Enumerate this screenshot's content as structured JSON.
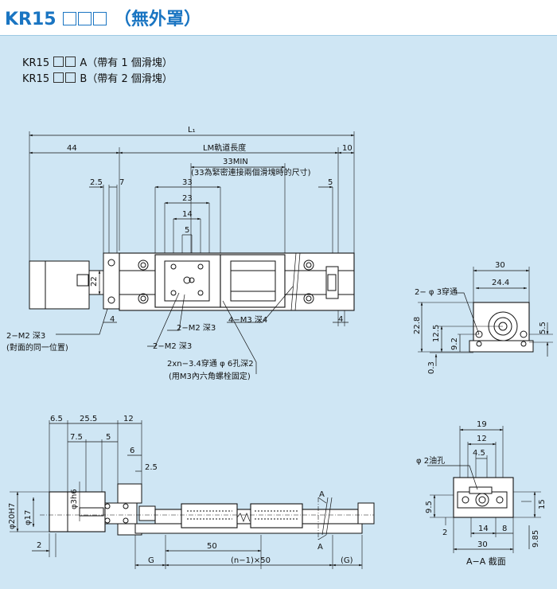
{
  "header": {
    "title_prefix": "KR15",
    "title_suffix": "（無外罩）",
    "title_color": "#1a75c2"
  },
  "variants": [
    {
      "prefix": "KR15",
      "suffix": "A（帶有 1 個滑塊）"
    },
    {
      "prefix": "KR15",
      "suffix": "B（帶有 2 個滑塊）"
    }
  ],
  "top_view": {
    "total": "L₁",
    "left_len": "44",
    "rail_len": "LM軌道長度",
    "right_len": "10",
    "min_gap": "33MIN",
    "min_gap_note": "(33為緊密連接兩個滑塊時的尺寸)",
    "d_2_5": "2.5",
    "d_7": "7",
    "d_33": "33",
    "d_23": "23",
    "d_14": "14",
    "d_5": "5",
    "d_5_right": "5",
    "d_22": "22",
    "d_4_left": "4",
    "d_4_right": "4",
    "note_m2_opposite": "2−M2 深3",
    "note_m2_opposite_sub": "(對面的同一位置)",
    "note_m2_slider": "2−M2 深3",
    "note_m2_slider_2": "2−M2 深3",
    "note_m3": "4−M3 深4",
    "note_holes": "2xn−3.4穿通 φ 6孔深2",
    "note_holes_sub": "(用M3內六角螺栓固定)"
  },
  "end_view": {
    "d_30": "30",
    "d_24_4": "24.4",
    "note_holes": "2− φ 3穿通",
    "d_22_8": "22.8",
    "d_12_5": "12.5",
    "d_9_2": "9.2",
    "d_0_3": "0.3",
    "d_5_5": "5.5"
  },
  "side_view": {
    "d_6_5": "6.5",
    "d_25_5": "25.5",
    "d_12": "12",
    "d_7_5": "7.5",
    "d_5": "5",
    "d_6": "6",
    "d_2_5": "2.5",
    "d_phi20": "φ20H7",
    "d_phi17": "φ17",
    "d_phi3": "φ3h6",
    "d_2": "2",
    "d_50": "50",
    "d_G": "G",
    "d_pitch": "(n−1)×50",
    "d_G2": "(G)",
    "sec_a_top": "A",
    "sec_a_bot": "A"
  },
  "section_view": {
    "d_19": "19",
    "d_12": "12",
    "d_4_5": "4.5",
    "oil_hole": "φ 2油孔",
    "d_9_5": "9.5",
    "d_2": "2",
    "d_15": "15",
    "d_14": "14",
    "d_8": "8",
    "d_30": "30",
    "d_9_85": "9.85",
    "caption": "A−A 截面"
  }
}
